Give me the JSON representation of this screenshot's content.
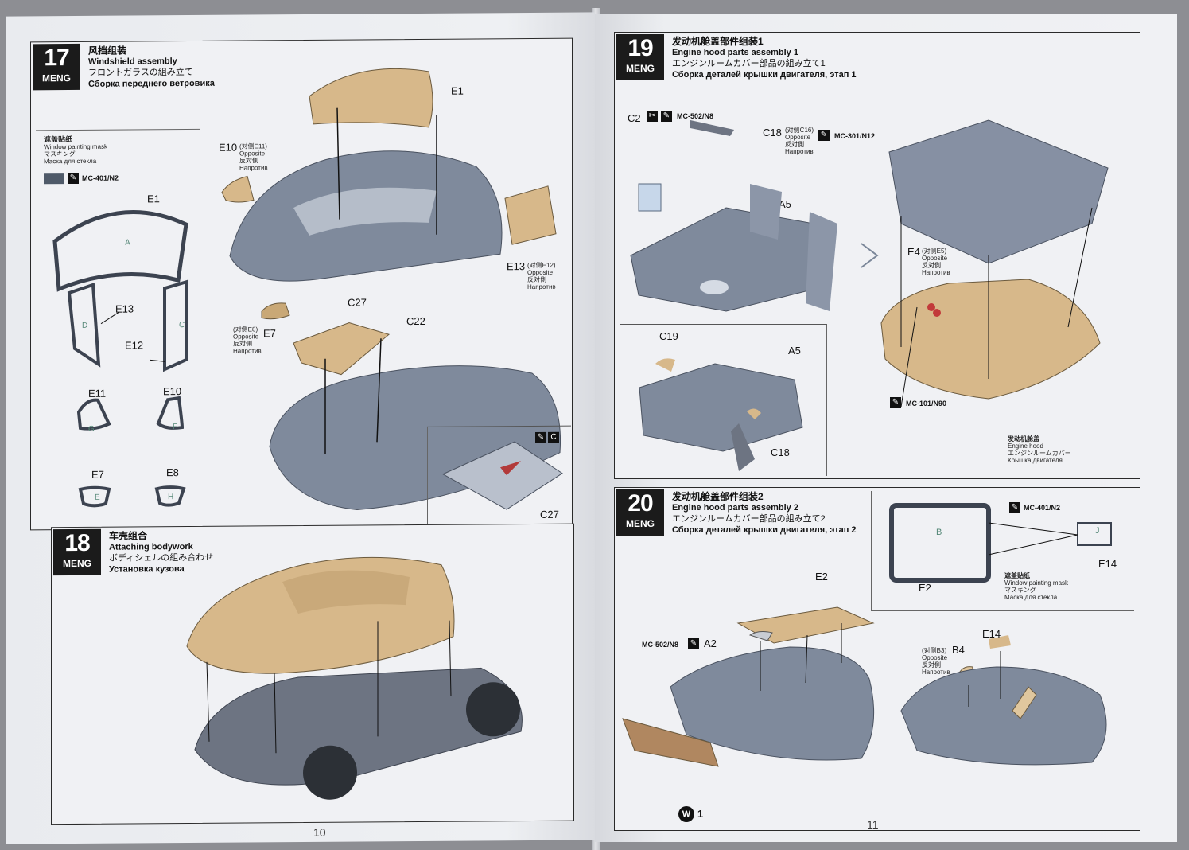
{
  "left_page": {
    "page_number": "10",
    "step17": {
      "number": "17",
      "brand": "MENG",
      "title_zh": "风挡组装",
      "title_en": "Windshield assembly",
      "title_ja": "フロントガラスの組み立て",
      "title_ru": "Сборка переднего ветровика",
      "mask": {
        "title_zh": "遮盖贴纸",
        "title_en": "Window painting mask",
        "title_ja": "マスキング",
        "title_ru": "Маска для стекла",
        "paint": "MC-401/N2",
        "parts": [
          {
            "id": "E1",
            "inner": "A"
          },
          {
            "id": "E13",
            "inner": "D"
          },
          {
            "id": "E12",
            "inner": "C"
          },
          {
            "id": "E11",
            "inner": "G"
          },
          {
            "id": "E10",
            "inner": "F"
          },
          {
            "id": "E7",
            "inner": "E"
          },
          {
            "id": "E8",
            "inner": "H"
          }
        ]
      },
      "callouts": {
        "e1": "E1",
        "e10": "E10",
        "e10_opp": "(对侧E11)",
        "e13": "E13",
        "e13_opp": "(对侧E12)",
        "e7": "E7",
        "e7_opp": "(对侧E8)",
        "opposite_en": "Opposite",
        "opposite_ja": "反対側",
        "opposite_ru": "Напротив",
        "c27": "C27",
        "c22": "C22",
        "c27b": "C27",
        "detail_tool": "C"
      }
    },
    "step18": {
      "number": "18",
      "brand": "MENG",
      "title_zh": "车壳组合",
      "title_en": "Attaching bodywork",
      "title_ja": "ボディシェルの組み合わせ",
      "title_ru": "Установка кузова"
    }
  },
  "right_page": {
    "page_number": "11",
    "step19": {
      "number": "19",
      "brand": "MENG",
      "title_zh": "发动机舱盖部件组装1",
      "title_en": "Engine hood parts assembly 1",
      "title_ja": "エンジンルームカバー部品の組み立て1",
      "title_ru": "Сборка деталей крышки двигателя, этап 1",
      "callouts": {
        "c2": "C2",
        "c2_paint": "MC-502/N8",
        "c18": "C18",
        "c18_opp": "(对侧C16)",
        "c18_paint": "MC-301/N12",
        "a5": "A5",
        "e4": "E4",
        "e4_opp": "(对侧E5)",
        "mc101": "MC-101/N90",
        "c19": "C19",
        "a5b": "A5",
        "c18b": "C18",
        "hood_zh": "发动机舱盖",
        "hood_en": "Engine hood",
        "hood_ja": "エンジンルームカバー",
        "hood_ru": "Крышка двигателя",
        "opposite_en": "Opposite",
        "opposite_ja": "反対側",
        "opposite_ru": "Напротив"
      }
    },
    "step20": {
      "number": "20",
      "brand": "MENG",
      "title_zh": "发动机舱盖部件组装2",
      "title_en": "Engine hood parts assembly 2",
      "title_ja": "エンジンルームカバー部品の組み立て2",
      "title_ru": "Сборка деталей крышки двигателя, этап 2",
      "callouts": {
        "mask_paint": "MC-401/N2",
        "b_inner": "B",
        "j_inner": "J",
        "e14_mask": "E14",
        "e2_mask": "E2",
        "mask_zh": "遮盖贴纸",
        "mask_en": "Window painting mask",
        "mask_ja": "マスキング",
        "mask_ru": "Маска для стекла",
        "e2": "E2",
        "a2_paint": "MC-502/N8",
        "a2": "A2",
        "e14": "E14",
        "b4": "B4",
        "b4_opp": "(对侧B3)",
        "opposite_en": "Opposite",
        "opposite_ja": "反対側",
        "opposite_ru": "Напротив",
        "w1": "W",
        "w1_num": "1"
      }
    }
  },
  "colors": {
    "body_grey": "#7f8a9c",
    "part_tan": "#d7b88a",
    "clear_blue": "#c7d7ea",
    "ink": "#111111"
  }
}
